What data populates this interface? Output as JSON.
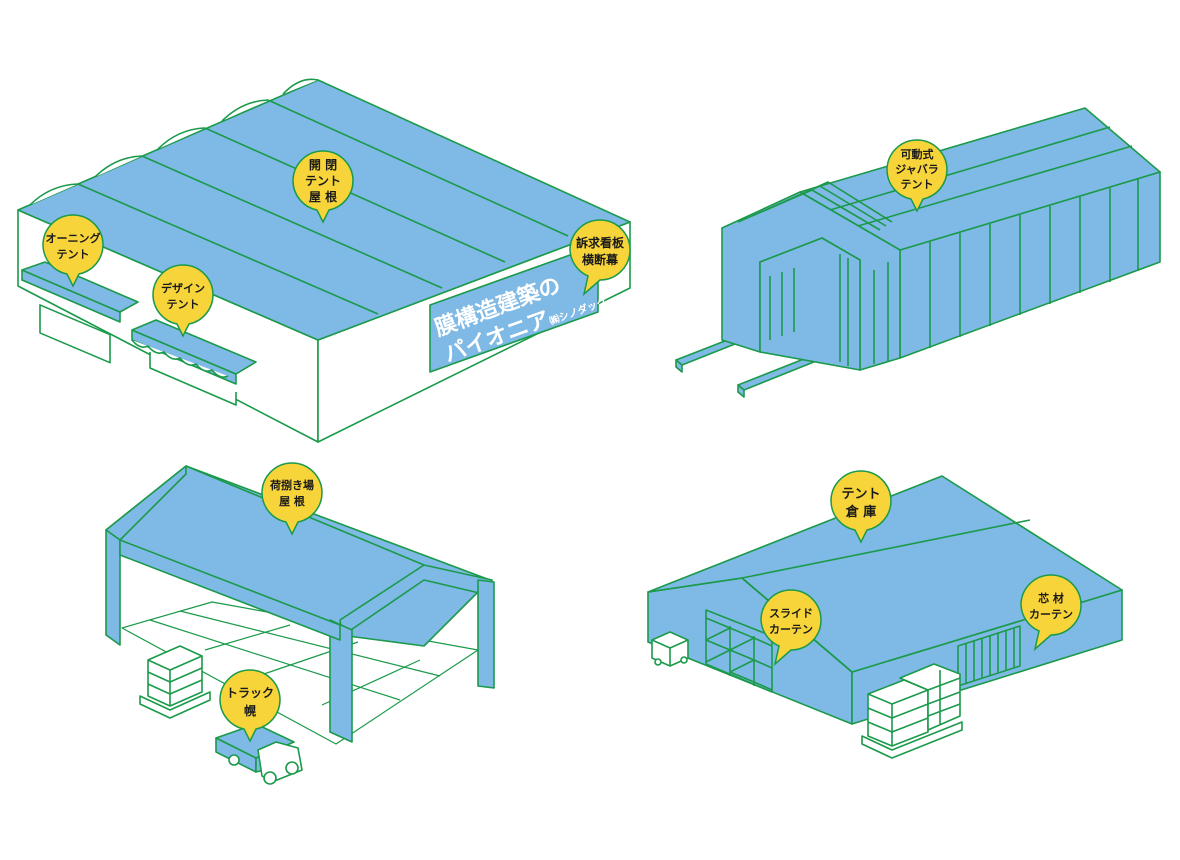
{
  "colors": {
    "line": "#1a9a4a",
    "fill": "#7fb9e5",
    "bubble": "#f7d43a",
    "white": "#ffffff"
  },
  "labels": {
    "opening_roof": [
      "開 閉",
      "テント",
      "屋 根"
    ],
    "awning_tent": [
      "オーニング",
      "テント"
    ],
    "design_tent": [
      "デザイン",
      "テント"
    ],
    "signboard": [
      "訴求看板",
      "横断幕"
    ],
    "bellows_tent": [
      "可動式",
      "ジャバラ",
      "テント"
    ],
    "unloading_roof": [
      "荷捌き場",
      "屋 根"
    ],
    "truck_hood": [
      "トラック",
      "幌"
    ],
    "tent_warehouse": [
      "テント",
      "倉 庫"
    ],
    "slide_curtain": [
      "スライド",
      "カーテン"
    ],
    "core_curtain": [
      "芯 材",
      "カーテン"
    ]
  },
  "sign": {
    "line1": "膜構造建築の",
    "line2": "パイオニア",
    "brand": "㈱シノダック"
  }
}
